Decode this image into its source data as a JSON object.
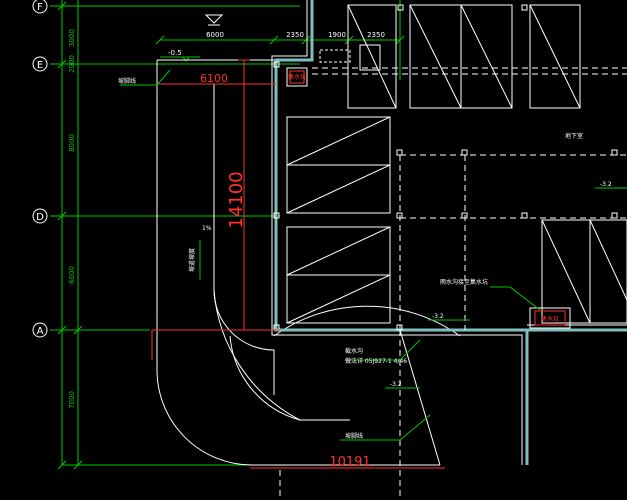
{
  "grid_axes": {
    "F": "F",
    "E": "E",
    "D": "D",
    "A": "A"
  },
  "vertical_dims": {
    "d1": "3000",
    "d2": "2000",
    "d3": "8000",
    "d4": "6000",
    "d5": "7000"
  },
  "top_dims": {
    "d1": "6000",
    "d2": "2350",
    "d3": "1900",
    "d4": "2350"
  },
  "elevation_top": "-0.5",
  "labels": {
    "ramp_edge_top": "坡脚线",
    "ramp_edge_bottom": "坡脚线",
    "pit_top": "集水坑",
    "pit_right": "集水坑",
    "basement_room": "地下室",
    "drain_note": "雨水沟接至集水坑",
    "ditch": "截水沟",
    "ditch_ref": "做法详 05J927-1 4/46",
    "small_note": "坡道坡度"
  },
  "red_dims": {
    "width_top": "6100",
    "length": "14100",
    "width_bottom": "10191"
  },
  "elevations": {
    "right_upper": "-3.2",
    "right_lower": "-3.2",
    "lower": "-3.2"
  },
  "slope_note": "1%",
  "colors": {
    "axis_line": "#00c800",
    "dimension": "#ff3030",
    "wall": "#7fbfbf",
    "line": "#ffffff"
  }
}
